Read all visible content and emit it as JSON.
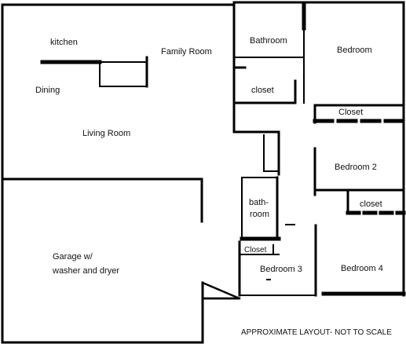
{
  "diagram": {
    "type": "floor-plan",
    "line_color": "#000000",
    "background": "#ffffff",
    "rooms": [
      {
        "id": "kitchen",
        "label": "kitchen"
      },
      {
        "id": "family-room",
        "label": "Family Room"
      },
      {
        "id": "dining",
        "label": "Dining"
      },
      {
        "id": "living-room",
        "label": "Living Room"
      },
      {
        "id": "bathroom",
        "label": "Bathroom"
      },
      {
        "id": "bedroom",
        "label": "Bedroom"
      },
      {
        "id": "closet-1",
        "label": "closet"
      },
      {
        "id": "closet-2",
        "label": "Closet"
      },
      {
        "id": "bedroom-2",
        "label": "Bedroom 2"
      },
      {
        "id": "bath-room",
        "label_line1": "bath-",
        "label_line2": "room"
      },
      {
        "id": "closet-3",
        "label": "closet"
      },
      {
        "id": "garage",
        "label_line1": "Garage w/",
        "label_line2": "washer and dryer"
      },
      {
        "id": "closet-4",
        "label": "Closet"
      },
      {
        "id": "bedroom-3",
        "label": "Bedroom 3"
      },
      {
        "id": "bedroom-4",
        "label": "Bedroom 4"
      }
    ],
    "footnote": "APPROXIMATE LAYOUT- NOT TO SCALE"
  }
}
